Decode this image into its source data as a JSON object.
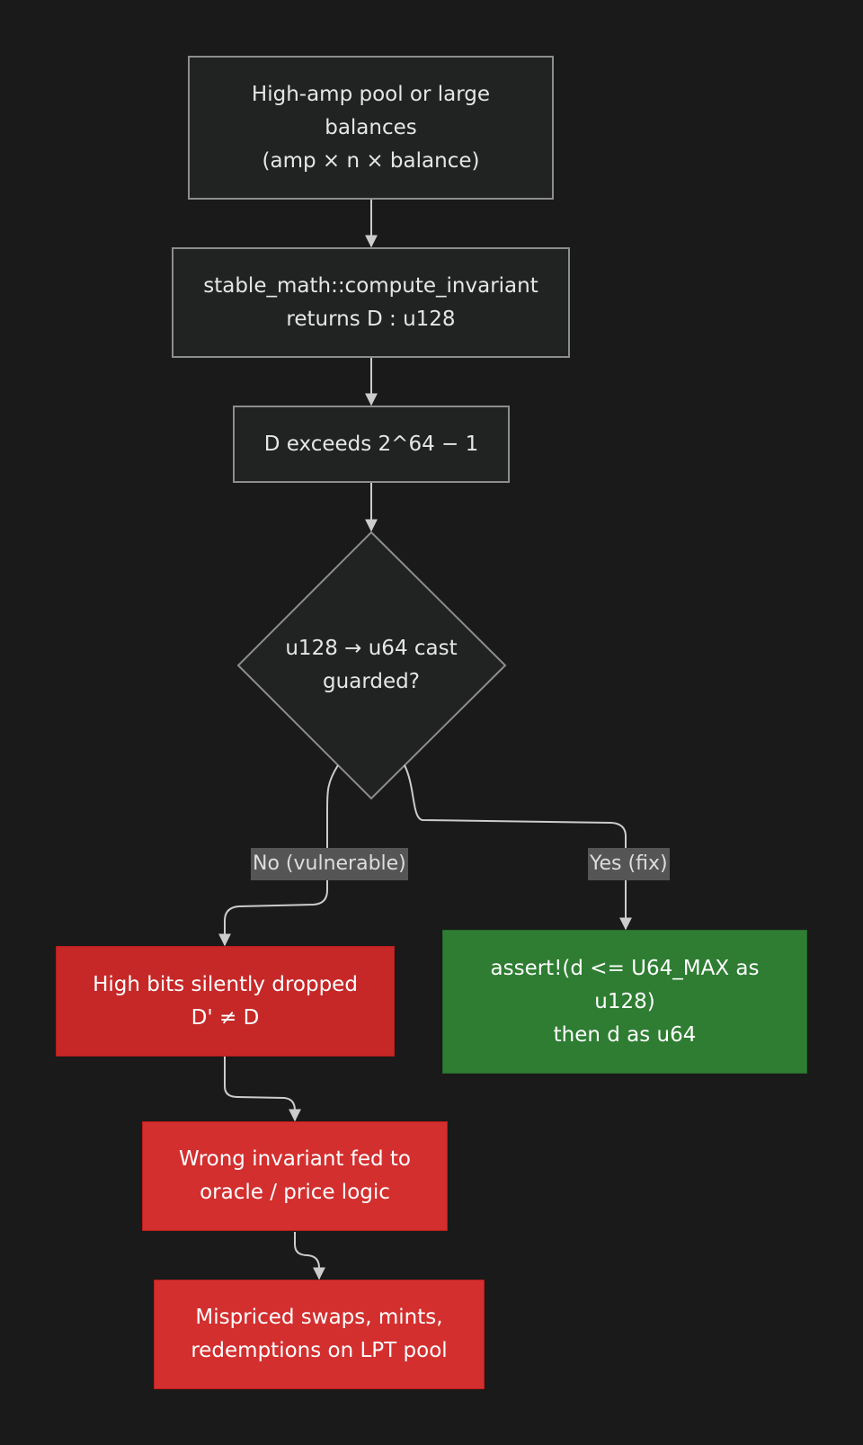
{
  "nodes": {
    "start": "High-amp pool or large\nbalances\n(amp × n × balance)",
    "compute": "stable_math::compute_invariant\nreturns D : u128",
    "exceeds": "D exceeds 2^64 − 1",
    "decision": "u128 → u64 cast\nguarded?",
    "dropped": "High bits silently dropped\nD' ≠ D",
    "fix": "assert!(d <= U64_MAX as\nu128)\nthen d as u64",
    "wrong": "Wrong invariant fed to\noracle / price logic",
    "mispriced": "Mispriced swaps, mints,\nredemptions on LPT pool"
  },
  "edges": {
    "no_label": "No (vulnerable)",
    "yes_label": "Yes (fix)"
  },
  "colors": {
    "background": "#1a1a1a",
    "node_fill": "#212322",
    "node_border": "#8d8d8d",
    "danger": "#c62828",
    "danger_alt": "#d32f2f",
    "success": "#2e7d32",
    "edge": "#cccccc",
    "edge_label_bg": "#555555"
  }
}
